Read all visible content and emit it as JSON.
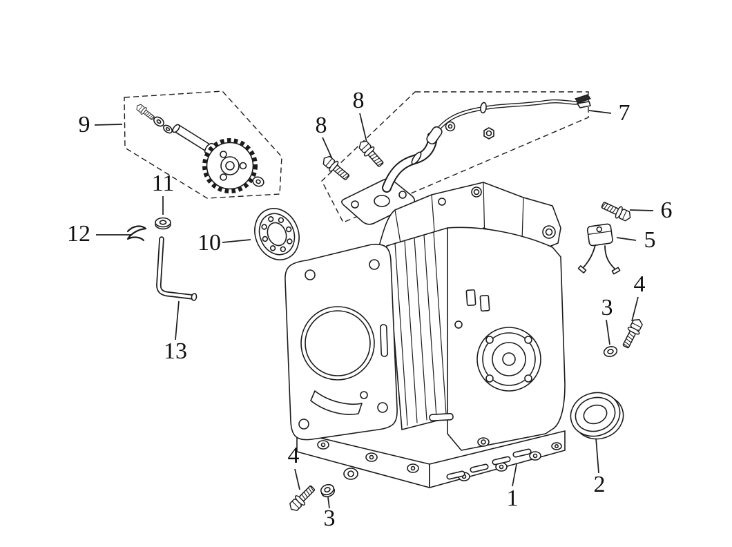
{
  "diagram": {
    "background_color": "#ffffff",
    "line_color": "#1b1b1b",
    "label_color": "#101010",
    "callouts": [
      {
        "label": "9",
        "part": "camshaft-assembly"
      },
      {
        "label": "11",
        "part": "washer"
      },
      {
        "label": "12",
        "part": "cotter-pin"
      },
      {
        "label": "10",
        "part": "radial-ball-bearing"
      },
      {
        "label": "13",
        "part": "bent-rod"
      },
      {
        "label": "8",
        "part": "flange-bolt"
      },
      {
        "label": "8",
        "part": "flange-bolt"
      },
      {
        "label": "7",
        "part": "cable-assembly"
      },
      {
        "label": "6",
        "part": "flange-bolt"
      },
      {
        "label": "5",
        "part": "oil-level-switch"
      },
      {
        "label": "4",
        "part": "flange-bolt"
      },
      {
        "label": "3",
        "part": "sealing-washer"
      },
      {
        "label": "2",
        "part": "oil-seal"
      },
      {
        "label": "1",
        "part": "cylinder-crankcase"
      },
      {
        "label": "4",
        "part": "flange-bolt"
      },
      {
        "label": "3",
        "part": "sealing-washer"
      }
    ]
  }
}
